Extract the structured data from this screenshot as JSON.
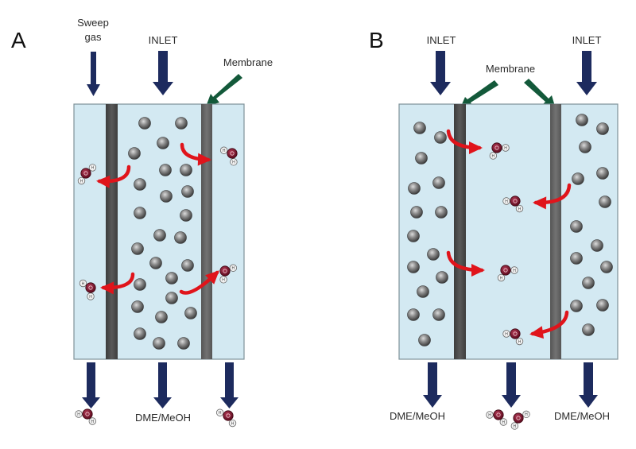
{
  "figure": {
    "description": "Membrane reactor configurations for DME/MeOH synthesis with water removal",
    "colors": {
      "compartment_fill": "#d3e9f2",
      "compartment_border": "#7f9299",
      "membrane_dark": "#4a4a4a",
      "membrane_mid": "#6a6a6a",
      "flow_arrow": "#1d2b5e",
      "membrane_pointer": "#13593a",
      "permeation_arrow": "#e0141b",
      "oxygen_atom": "#7a1028",
      "hydrogen_atom": "#f3f3f3",
      "particle": "#7d7d7d"
    },
    "atom_labels": {
      "oxygen": "O",
      "hydrogen": "H"
    }
  },
  "panel_a": {
    "letter": "A",
    "top_labels": {
      "sweep_gas_line1": "Sweep",
      "sweep_gas_line2": "gas",
      "inlet": "INLET",
      "membrane": "Membrane"
    },
    "bottom_labels": {
      "center_outlet": "DME/MeOH"
    },
    "outlet_water_molecules": 2,
    "permeation_directions": [
      "to-left",
      "to-right",
      "to-left",
      "to-right"
    ]
  },
  "panel_b": {
    "letter": "B",
    "top_labels": {
      "inlet_left": "INLET",
      "inlet_right": "INLET",
      "membrane": "Membrane"
    },
    "bottom_labels": {
      "left_outlet": "DME/MeOH",
      "right_outlet": "DME/MeOH"
    },
    "outlet_water_molecules": 2,
    "permeation_directions": [
      "to-center",
      "to-center",
      "to-center",
      "to-center"
    ]
  }
}
